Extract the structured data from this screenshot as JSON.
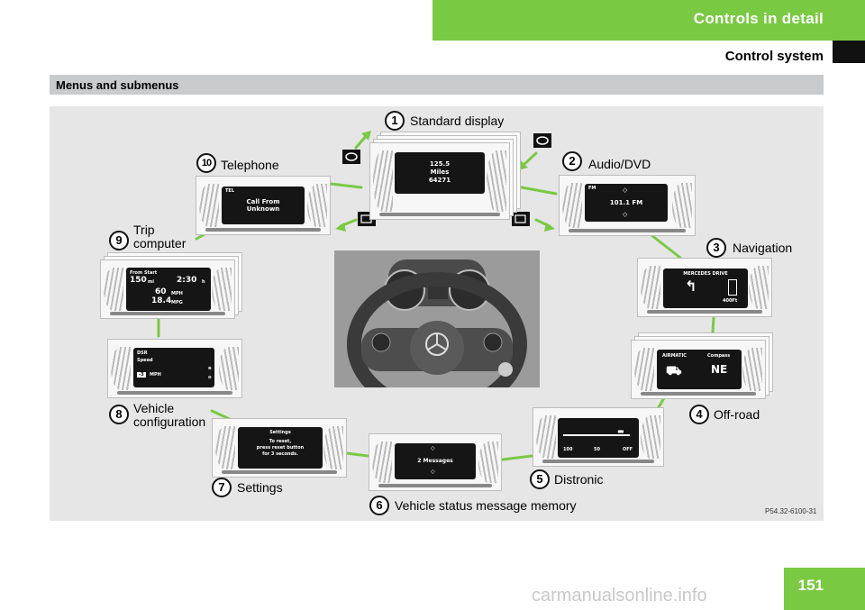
{
  "header": {
    "section": "Controls in detail",
    "subsection": "Control system"
  },
  "section_bar": {
    "title": "Menus and submenus"
  },
  "figure": {
    "code": "P54.32-6100-31",
    "items": [
      {
        "num": "1",
        "label": "Standard display"
      },
      {
        "num": "2",
        "label": "Audio/DVD"
      },
      {
        "num": "3",
        "label": "Navigation"
      },
      {
        "num": "4",
        "label": "Off-road"
      },
      {
        "num": "5",
        "label": "Distronic"
      },
      {
        "num": "6",
        "label": "Vehicle status message memory"
      },
      {
        "num": "7",
        "label": "Settings"
      },
      {
        "num": "8",
        "label_line1": "Vehicle",
        "label_line2": "configuration"
      },
      {
        "num": "9",
        "label_line1": "Trip",
        "label_line2": "computer"
      },
      {
        "num": "10",
        "label": "Telephone"
      }
    ],
    "screens": {
      "standard": [
        "125.5",
        "Miles",
        "64271"
      ],
      "audio": {
        "tag": "FM",
        "freq": "101.1 FM"
      },
      "navigation": {
        "title": "MERCEDES DRIVE",
        "dist": "400Ft"
      },
      "offroad": {
        "left": "AIRMATIC",
        "right": "Compass",
        "dir": "NE"
      },
      "distronic": {
        "t1": "100",
        "t2": "50",
        "t3": "OFF"
      },
      "status": {
        "text": "2 Messages"
      },
      "settings": {
        "l1": "Settings",
        "l2": "To reset,",
        "l3": "press reset button",
        "l4": "for 3 seconds."
      },
      "vehicle": {
        "l1": "DSR",
        "l2": "Speed",
        "val": "-3",
        "unit": "MPH"
      },
      "trip": {
        "head": "From Start",
        "dist": "150",
        "distunit": "mi",
        "time": "2:30",
        "timeunit": "h",
        "speed": "60",
        "speedunit": "MPH",
        "mpg": "18.4",
        "mpgunit": "MPG"
      },
      "telephone": {
        "tag": "TEL",
        "l1": "Call From",
        "l2": "Unknown"
      }
    }
  },
  "page": {
    "number": "151"
  },
  "watermark": "carmanualsonline.info",
  "colors": {
    "accent": "#7ac943",
    "section_bar": "#c9cbcc",
    "figure_bg": "#e6e6e6"
  }
}
